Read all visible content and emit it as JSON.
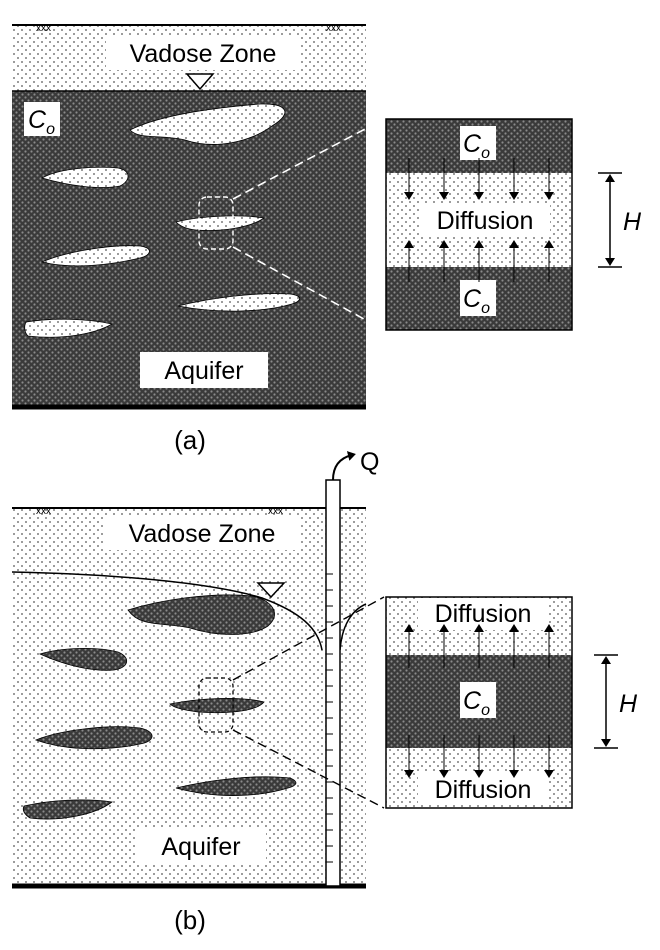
{
  "panel_a": {
    "vadose_label": "Vadose Zone",
    "aquifer_label": "Aquifer",
    "conc_symbol": "C",
    "conc_subscript": "o",
    "caption": "(a)",
    "inset": {
      "top_conc_symbol": "C",
      "top_conc_subscript": "o",
      "middle_label": "Diffusion",
      "bottom_conc_symbol": "C",
      "bottom_conc_subscript": "o",
      "thickness_label": "H"
    }
  },
  "panel_b": {
    "vadose_label": "Vadose Zone",
    "aquifer_label": "Aquifer",
    "pump_label": "Q",
    "caption": "(b)",
    "inset": {
      "top_label": "Diffusion",
      "conc_symbol": "C",
      "conc_subscript": "o",
      "bottom_label": "Diffusion",
      "thickness_label": "H"
    }
  }
}
